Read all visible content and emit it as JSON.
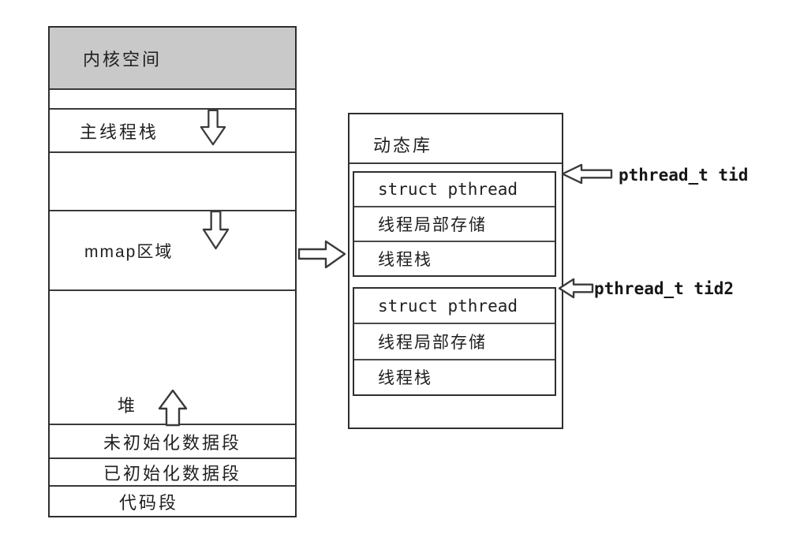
{
  "colors": {
    "background": "#ffffff",
    "kernel_fill": "#c9c9c9",
    "line": "#2e2e2e"
  },
  "process_box": {
    "kernel_label": "内核空间",
    "main_thread_stack_label": "主线程栈",
    "mmap_label": "mmap区域",
    "heap_label": "堆",
    "bss_label": "未初始化数据段",
    "data_label": "已初始化数据段",
    "code_label": "代码段"
  },
  "library_box": {
    "title": "动态库",
    "thread1": {
      "struct_label": "struct pthread",
      "tls_label": "线程局部存储",
      "stack_label": "线程栈"
    },
    "thread2": {
      "struct_label": "struct pthread",
      "tls_label": "线程局部存储",
      "stack_label": "线程栈"
    }
  },
  "pointers": {
    "tid_label": "pthread_t tid",
    "tid2_label": "pthread_t tid2"
  },
  "icons": {
    "main_stack_growth": "down-arrow",
    "mmap_growth": "down-arrow",
    "heap_growth": "up-arrow",
    "mmap_to_library": "right-arrow",
    "tid_pointer": "left-arrow",
    "tid2_pointer": "left-arrow"
  }
}
